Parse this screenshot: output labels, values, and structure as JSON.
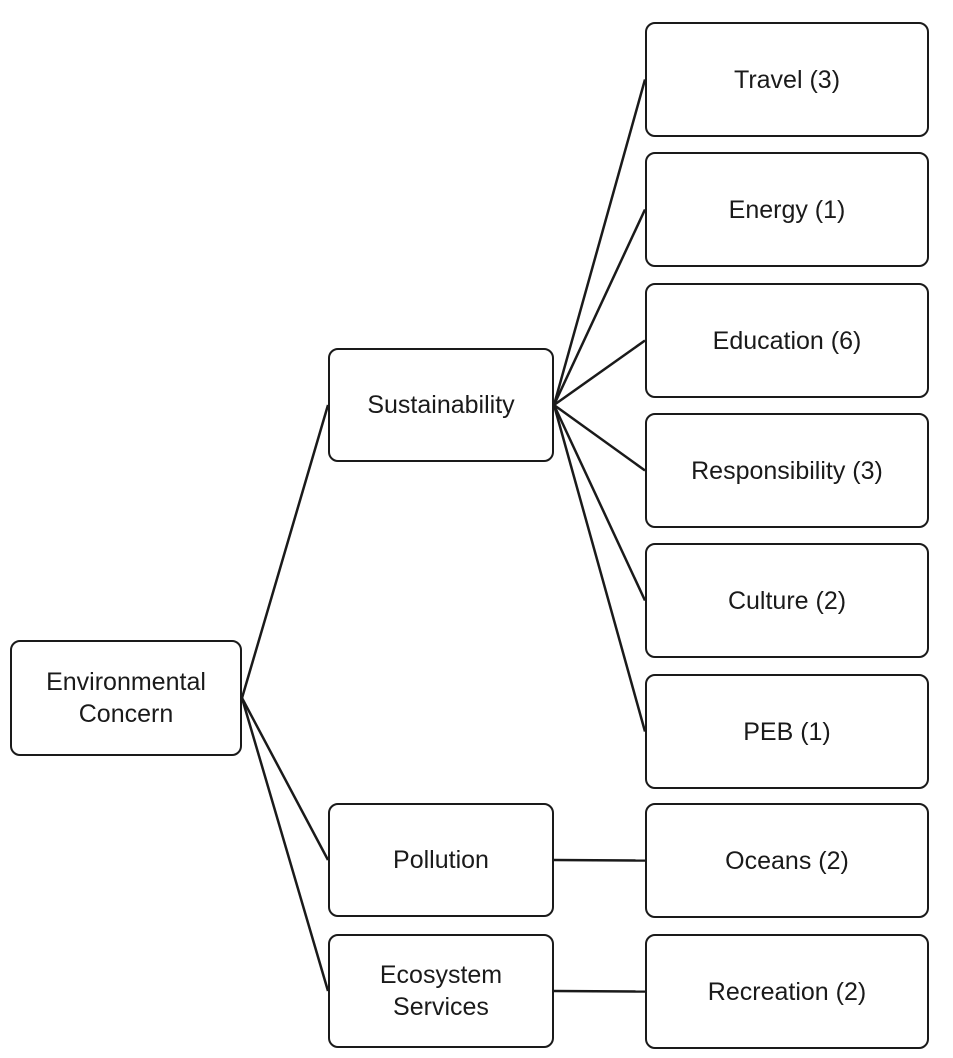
{
  "nodes": {
    "environmental_concern": "Environmental\nConcern",
    "sustainability": "Sustainability",
    "pollution": "Pollution",
    "ecosystem_services": "Ecosystem\nServices",
    "travel": "Travel (3)",
    "energy": "Energy (1)",
    "education": "Education (6)",
    "responsibility": "Responsibility (3)",
    "culture": "Culture (2)",
    "peb": "PEB (1)",
    "oceans": "Oceans (2)",
    "recreation": "Recreation (2)"
  },
  "edges": [
    [
      "environmental_concern",
      "sustainability"
    ],
    [
      "environmental_concern",
      "pollution"
    ],
    [
      "environmental_concern",
      "ecosystem_services"
    ],
    [
      "sustainability",
      "travel"
    ],
    [
      "sustainability",
      "energy"
    ],
    [
      "sustainability",
      "education"
    ],
    [
      "sustainability",
      "responsibility"
    ],
    [
      "sustainability",
      "culture"
    ],
    [
      "sustainability",
      "peb"
    ],
    [
      "pollution",
      "oceans"
    ],
    [
      "ecosystem_services",
      "recreation"
    ]
  ],
  "colors": {
    "stroke": "#1a1a1a",
    "background": "#ffffff"
  }
}
